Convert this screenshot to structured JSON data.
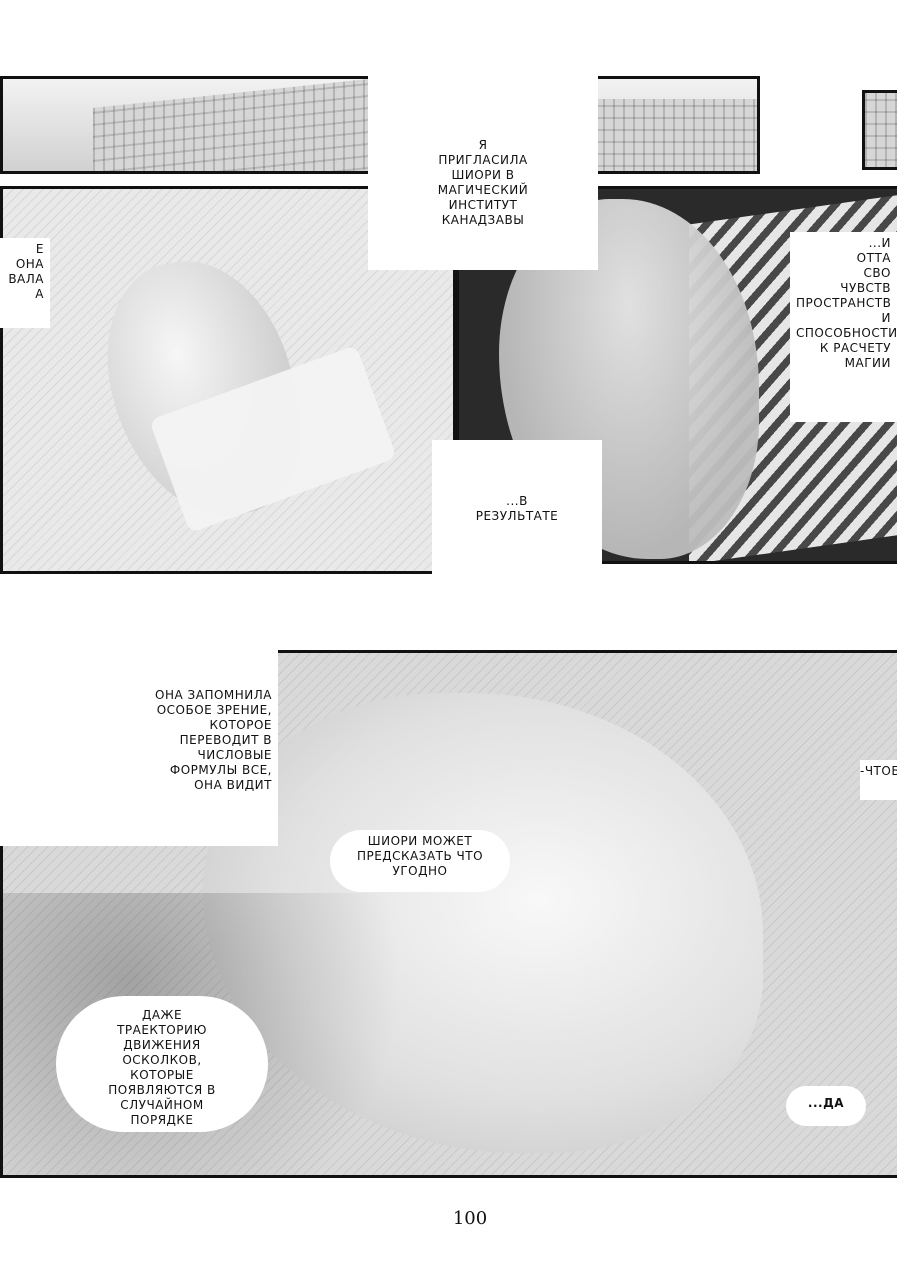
{
  "page_number": "100",
  "bubbles": {
    "top_center": [
      "Я",
      "пригласила",
      "Шиори в",
      "магический",
      "институт",
      "Канадзавы"
    ],
    "left_partial": [
      "е она",
      "вала",
      "а"
    ],
    "right_partial": [
      "...и",
      "отта",
      "сво",
      "чувств",
      "пространств",
      "и",
      "способности",
      "к расчету",
      "магии"
    ],
    "result": [
      "...В",
      "результате"
    ],
    "memory": [
      "Она запомнила",
      "особое зрение,",
      "которое",
      "переводит в",
      "числовые",
      "формулы все,",
      "она видит"
    ],
    "right_edge_partial": [
      "-чтоб"
    ],
    "predict": [
      "Шиори может",
      "предсказать что",
      "угодно"
    ],
    "trajectory": [
      "даже",
      "траекторию",
      "движения",
      "осколков,",
      "которые",
      "появляются в",
      "случайном",
      "порядке"
    ],
    "sfx": [
      "...да"
    ]
  }
}
